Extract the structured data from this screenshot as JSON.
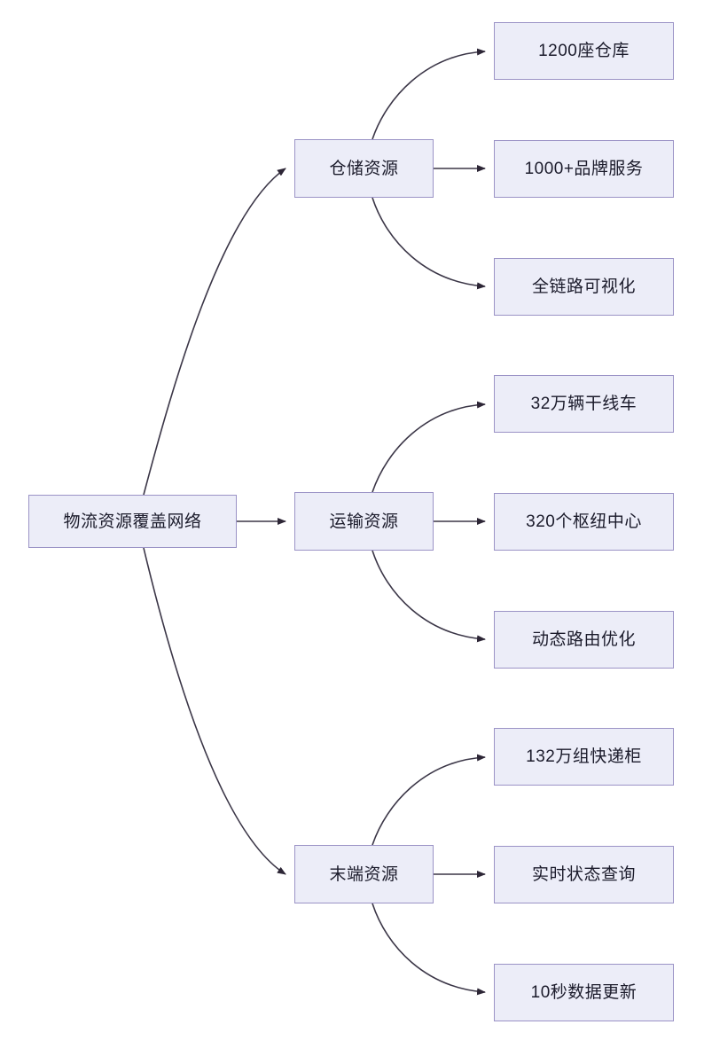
{
  "diagram": {
    "type": "tree-flowchart",
    "orientation": "left-to-right",
    "root": {
      "id": "root",
      "label": "物流资源覆盖网络"
    },
    "branches": [
      {
        "id": "branch-warehouse",
        "label": "仓储资源",
        "leaves": [
          {
            "id": "leaf-warehouse-count",
            "label": "1200座仓库"
          },
          {
            "id": "leaf-brand-service",
            "label": "1000+品牌服务"
          },
          {
            "id": "leaf-full-chain-visibility",
            "label": "全链路可视化"
          }
        ]
      },
      {
        "id": "branch-transport",
        "label": "运输资源",
        "leaves": [
          {
            "id": "leaf-trunk-vehicles",
            "label": "32万辆干线车"
          },
          {
            "id": "leaf-hub-centers",
            "label": "320个枢纽中心"
          },
          {
            "id": "leaf-dynamic-routing",
            "label": "动态路由优化"
          }
        ]
      },
      {
        "id": "branch-lastmile",
        "label": "末端资源",
        "leaves": [
          {
            "id": "leaf-parcel-lockers",
            "label": "132万组快递柜"
          },
          {
            "id": "leaf-realtime-status",
            "label": "实时状态查询"
          },
          {
            "id": "leaf-10s-data-refresh",
            "label": "10秒数据更新"
          }
        ]
      }
    ],
    "style": {
      "node_fill": "#ecedf8",
      "node_border": "#9b93c6",
      "text_color": "#1b1b2b",
      "edge_color": "#3b3647",
      "background": "#ffffff"
    }
  }
}
